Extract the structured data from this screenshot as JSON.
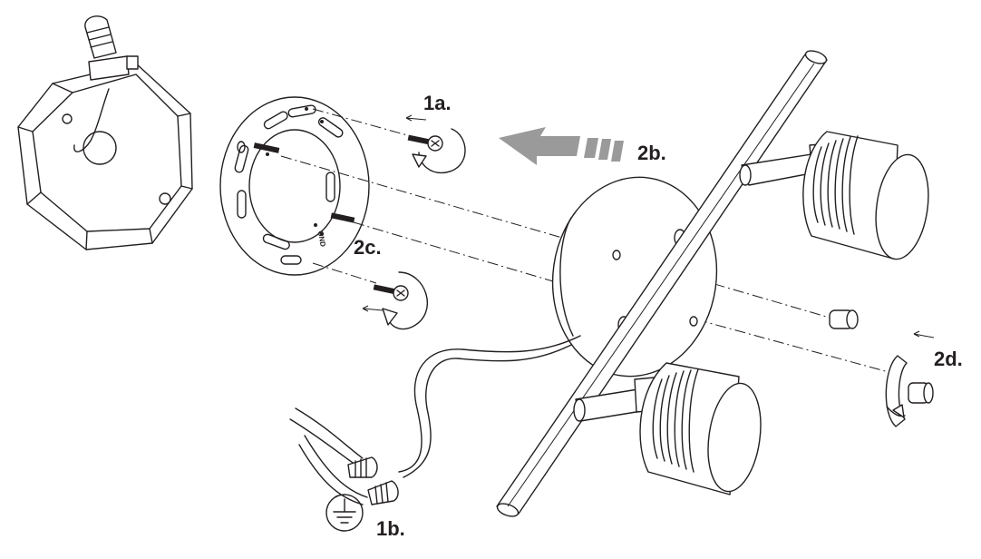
{
  "labels": {
    "step_1a": "1a.",
    "step_1b": "1b.",
    "step_2b": "2b.",
    "step_2c": "2c.",
    "step_2d": "2d.",
    "plate_marking": "GND"
  },
  "icons": {
    "ground": "ground-symbol-icon",
    "arrow": "large-gray-direction-arrow"
  },
  "colors": {
    "line": "#231f20",
    "arrow": "#9a9a9a",
    "background": "#ffffff"
  }
}
